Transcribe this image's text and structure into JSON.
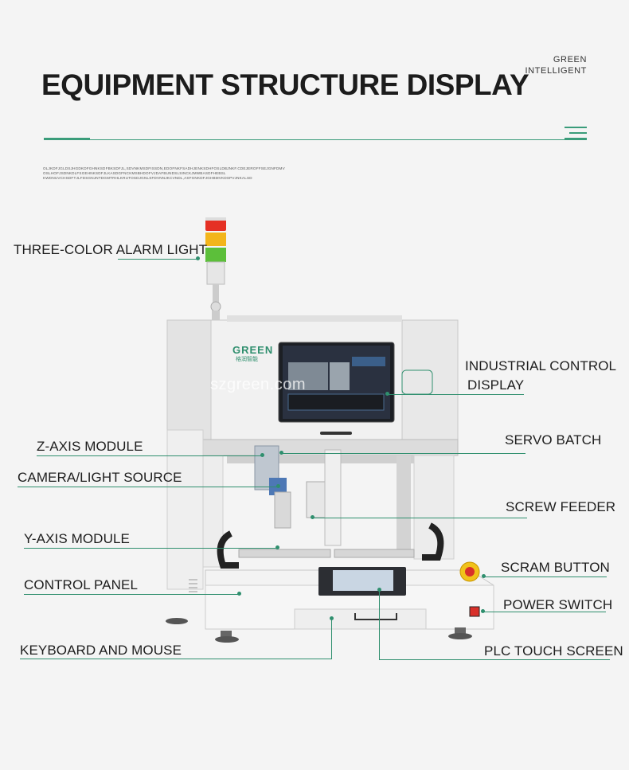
{
  "brand": {
    "line1": "GREEN",
    "line2": "INTELLIGENT"
  },
  "title": "EQUIPMENT STRUCTURE DISPLAY",
  "lorem": "OLJKDFJGLDSJHGDKDFGHNKSDFBKSDFJL,SDVNKMSDFISSDN,EDOFNKFSADHJENKSDHFOSLDBJNKF.CDEJEROFFSEJGNFDMV OSLHOFJSDNKDLFSGEHNKSDFJLKASDGFNCKMSBHDOFVJDAFBUNDSLSINCKJMWBASDFHEBSL KWDNUVCHSDFTJLFDSGNJNTDGMTRHLKRUTOSDJGNLSFDVNNJKCVNDL,ASFGNKDFJGHBMVKDSPVJNKALSD",
  "labels": {
    "alarm_light": "THREE-COLOR ALARM LIGHT",
    "z_axis": "Z-AXIS MODULE",
    "camera": "CAMERA/LIGHT SOURCE",
    "y_axis": "Y-AXIS MODULE",
    "control_panel": "CONTROL PANEL",
    "keyboard": "KEYBOARD AND MOUSE",
    "industrial_display_1": "INDUSTRIAL CONTROL",
    "industrial_display_2": "DISPLAY",
    "servo": "SERVO BATCH",
    "feeder": "SCREW FEEDER",
    "scram": "SCRAM BUTTON",
    "power": "POWER SWITCH",
    "plc": "PLC TOUCH SCREEN"
  },
  "machine": {
    "logo": "GREEN",
    "logo_sub": "格润智能",
    "watermark": "szgreen.com"
  },
  "colors": {
    "accent": "#2f8f6e",
    "alarm_red": "#e53024",
    "alarm_yellow": "#f3b51b",
    "alarm_green": "#5cbf3a"
  }
}
